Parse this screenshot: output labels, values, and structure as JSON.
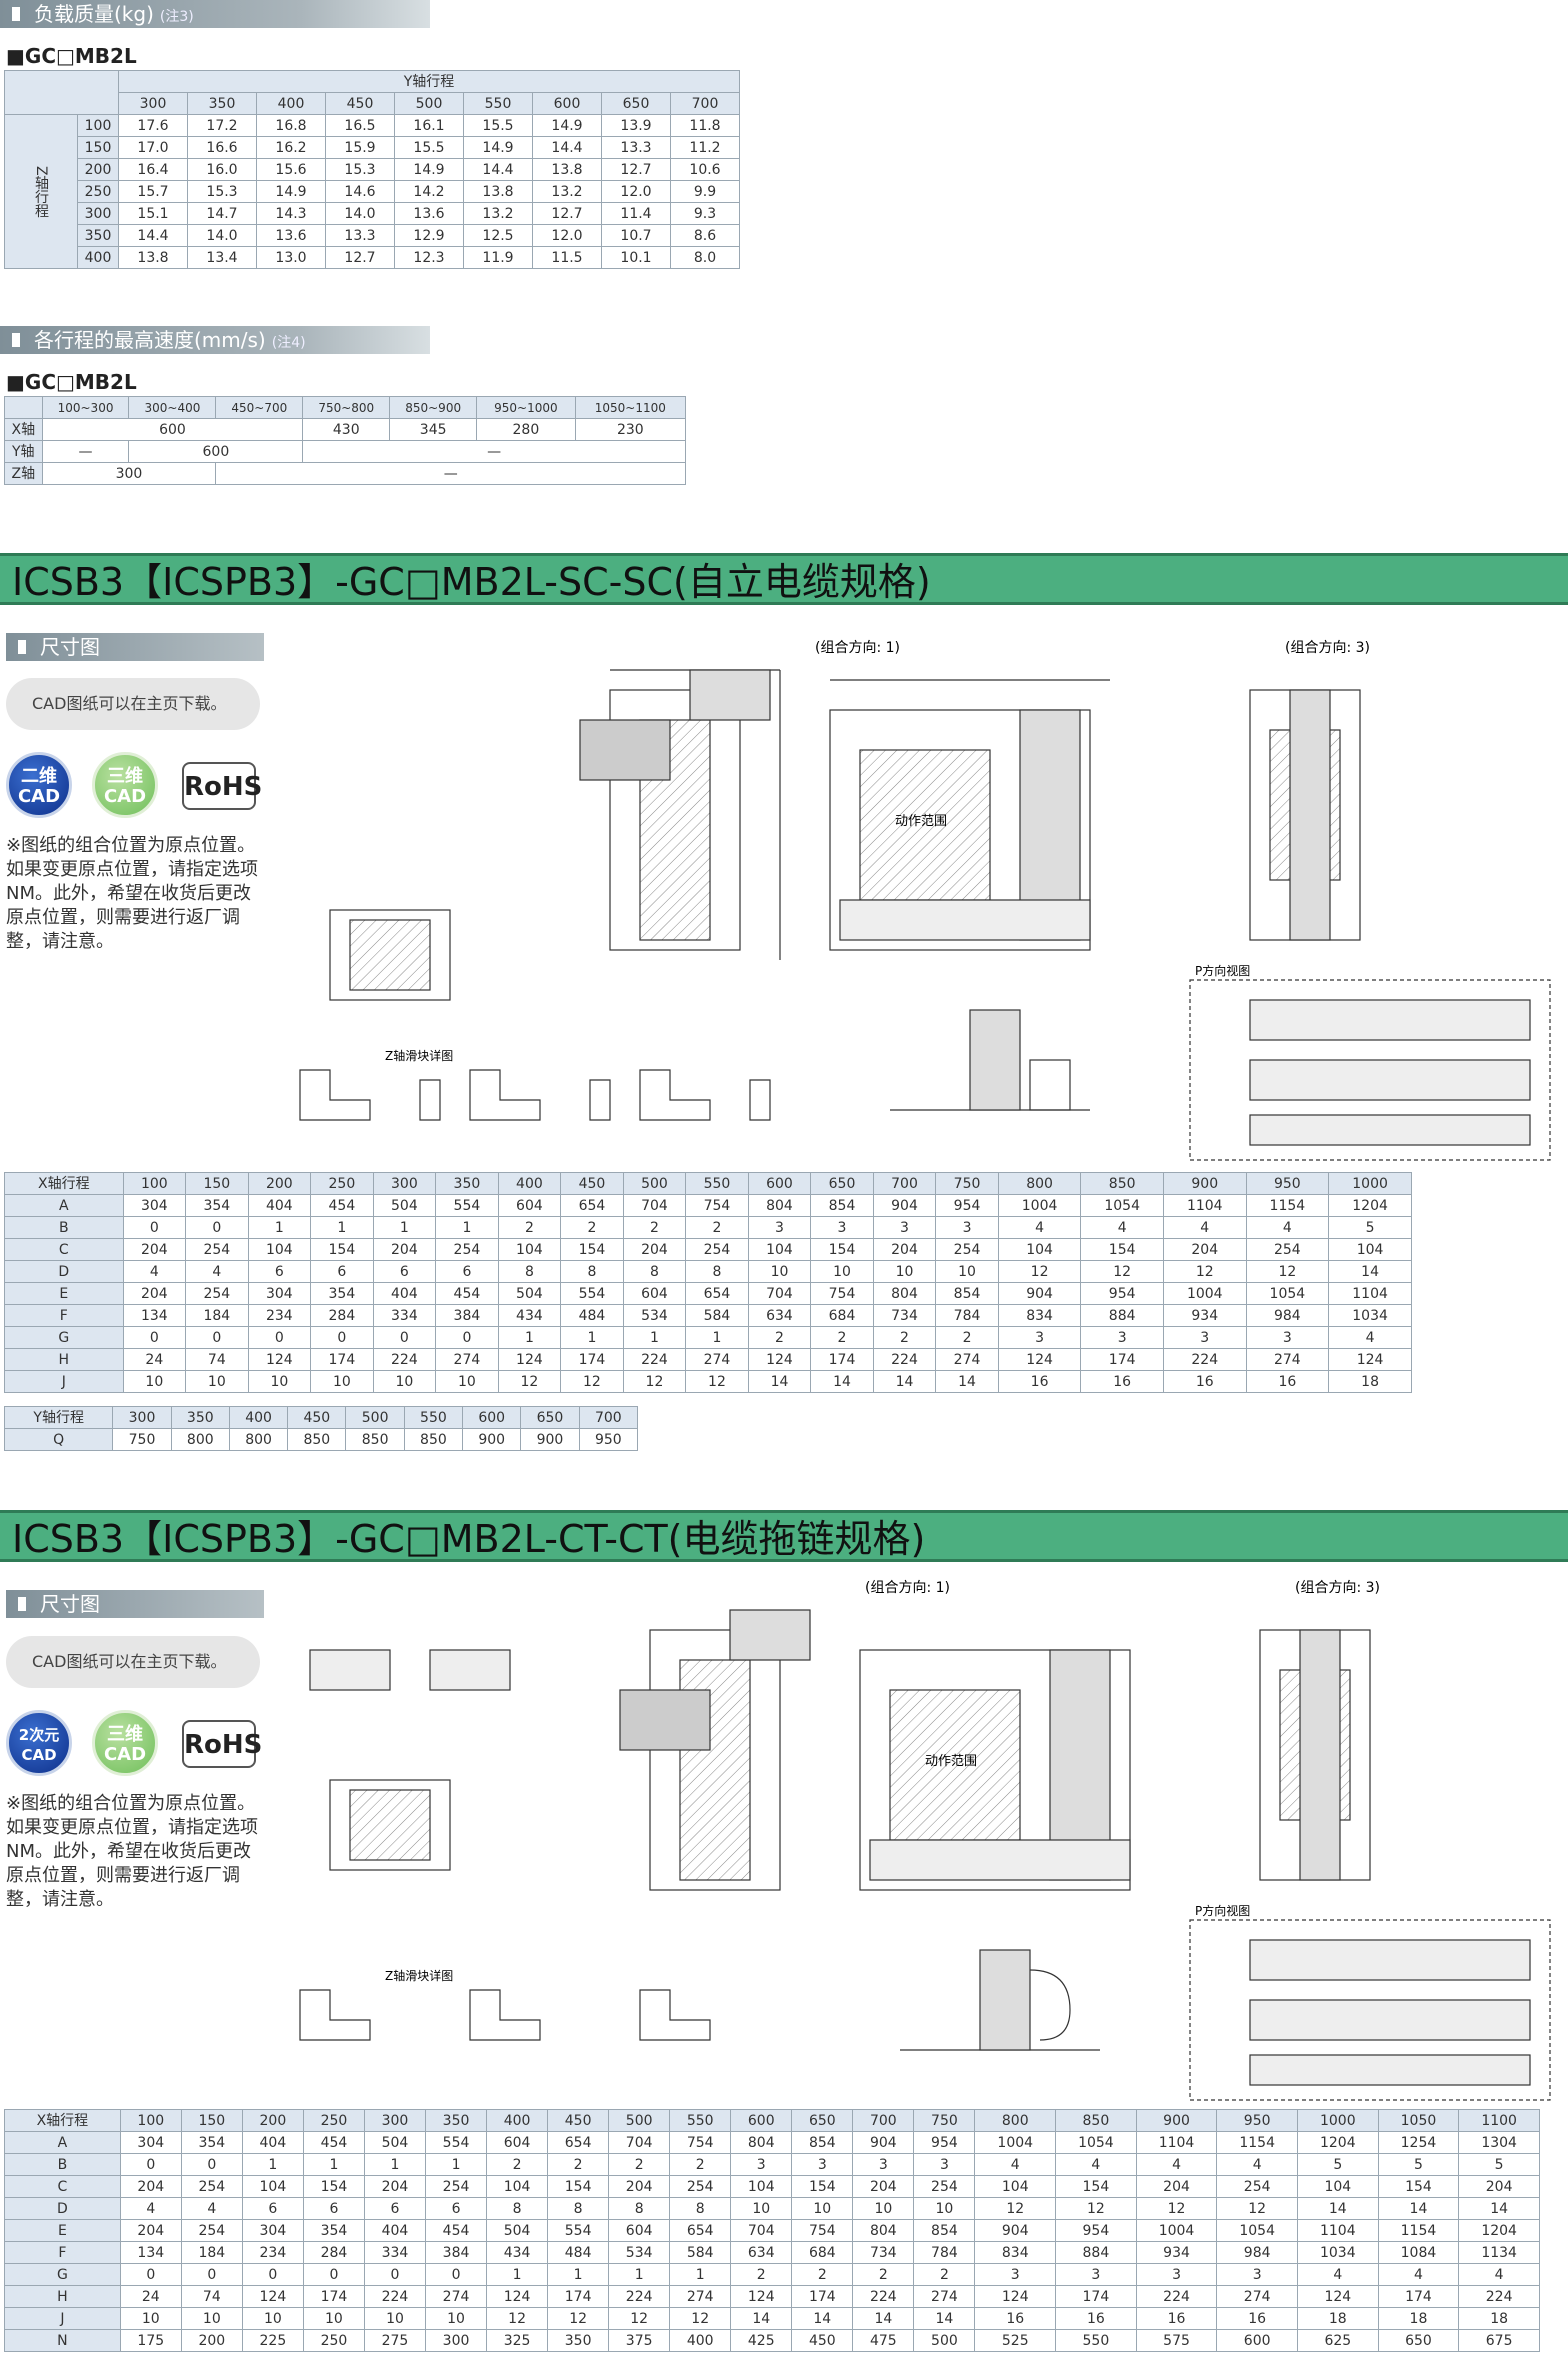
{
  "load": {
    "heading": "负载质量(kg)",
    "note": "(注3)",
    "model": "■GC□MB2L",
    "y_header": "Y轴行程",
    "z_header": "Z轴行程",
    "y_strokes": [
      "300",
      "350",
      "400",
      "450",
      "500",
      "550",
      "600",
      "650",
      "700"
    ],
    "rows": [
      {
        "z": "100",
        "v": [
          "17.6",
          "17.2",
          "16.8",
          "16.5",
          "16.1",
          "15.5",
          "14.9",
          "13.9",
          "11.8"
        ]
      },
      {
        "z": "150",
        "v": [
          "17.0",
          "16.6",
          "16.2",
          "15.9",
          "15.5",
          "14.9",
          "14.4",
          "13.3",
          "11.2"
        ]
      },
      {
        "z": "200",
        "v": [
          "16.4",
          "16.0",
          "15.6",
          "15.3",
          "14.9",
          "14.4",
          "13.8",
          "12.7",
          "10.6"
        ]
      },
      {
        "z": "250",
        "v": [
          "15.7",
          "15.3",
          "14.9",
          "14.6",
          "14.2",
          "13.8",
          "13.2",
          "12.0",
          "9.9"
        ]
      },
      {
        "z": "300",
        "v": [
          "15.1",
          "14.7",
          "14.3",
          "14.0",
          "13.6",
          "13.2",
          "12.7",
          "11.4",
          "9.3"
        ]
      },
      {
        "z": "350",
        "v": [
          "14.4",
          "14.0",
          "13.6",
          "13.3",
          "12.9",
          "12.5",
          "12.0",
          "10.7",
          "8.6"
        ]
      },
      {
        "z": "400",
        "v": [
          "13.8",
          "13.4",
          "13.0",
          "12.7",
          "12.3",
          "11.9",
          "11.5",
          "10.1",
          "8.0"
        ]
      }
    ]
  },
  "speed": {
    "heading": "各行程的最高速度(mm/s)",
    "note": "(注4)",
    "model": "■GC□MB2L",
    "cols": [
      "100~300",
      "300~400",
      "450~700",
      "750~800",
      "850~900",
      "950~1000",
      "1050~1100"
    ],
    "x_label": "X轴",
    "x_vals": [
      "600",
      "430",
      "345",
      "280",
      "230"
    ],
    "y_label": "Y轴",
    "y_vals": [
      "—",
      "600",
      "—"
    ],
    "z_label": "Z轴",
    "z_vals": [
      "300",
      "—"
    ]
  },
  "section1": {
    "title": "ICSB3【ICSPB3】-GC□MB2L-SC-SC(自立电缆规格)",
    "sub": "尺寸图",
    "cad": "CAD图纸可以在主页下载。",
    "badge_2d": [
      "二维",
      "CAD"
    ],
    "badge_3d": [
      "三维",
      "CAD"
    ],
    "rohs": "RoHS",
    "note": "※图纸的组合位置为原点位置。如果变更原点位置，请指定选项NM。此外，希望在收货后更改原点位置，则需要进行返厂调整，请注意。",
    "orient1": "(组合方向: 1)",
    "orient3": "(组合方向: 3)",
    "range": "动作范围",
    "p_view": "P方向视图",
    "z_detail": "Z轴滑块详图",
    "table": {
      "header": [
        "X轴行程",
        "100",
        "150",
        "200",
        "250",
        "300",
        "350",
        "400",
        "450",
        "500",
        "550",
        "600",
        "650",
        "700",
        "750",
        "800",
        "850",
        "900",
        "950",
        "1000"
      ],
      "rows": [
        [
          "A",
          "304",
          "354",
          "404",
          "454",
          "504",
          "554",
          "604",
          "654",
          "704",
          "754",
          "804",
          "854",
          "904",
          "954",
          "1004",
          "1054",
          "1104",
          "1154",
          "1204"
        ],
        [
          "B",
          "0",
          "0",
          "1",
          "1",
          "1",
          "1",
          "2",
          "2",
          "2",
          "2",
          "3",
          "3",
          "3",
          "3",
          "4",
          "4",
          "4",
          "4",
          "5"
        ],
        [
          "C",
          "204",
          "254",
          "104",
          "154",
          "204",
          "254",
          "104",
          "154",
          "204",
          "254",
          "104",
          "154",
          "204",
          "254",
          "104",
          "154",
          "204",
          "254",
          "104"
        ],
        [
          "D",
          "4",
          "4",
          "6",
          "6",
          "6",
          "6",
          "8",
          "8",
          "8",
          "8",
          "10",
          "10",
          "10",
          "10",
          "12",
          "12",
          "12",
          "12",
          "14"
        ],
        [
          "E",
          "204",
          "254",
          "304",
          "354",
          "404",
          "454",
          "504",
          "554",
          "604",
          "654",
          "704",
          "754",
          "804",
          "854",
          "904",
          "954",
          "1004",
          "1054",
          "1104"
        ],
        [
          "F",
          "134",
          "184",
          "234",
          "284",
          "334",
          "384",
          "434",
          "484",
          "534",
          "584",
          "634",
          "684",
          "734",
          "784",
          "834",
          "884",
          "934",
          "984",
          "1034"
        ],
        [
          "G",
          "0",
          "0",
          "0",
          "0",
          "0",
          "0",
          "1",
          "1",
          "1",
          "1",
          "2",
          "2",
          "2",
          "2",
          "3",
          "3",
          "3",
          "3",
          "4"
        ],
        [
          "H",
          "24",
          "74",
          "124",
          "174",
          "224",
          "274",
          "124",
          "174",
          "224",
          "274",
          "124",
          "174",
          "224",
          "274",
          "124",
          "174",
          "224",
          "274",
          "124"
        ],
        [
          "J",
          "10",
          "10",
          "10",
          "10",
          "10",
          "10",
          "12",
          "12",
          "12",
          "12",
          "14",
          "14",
          "14",
          "14",
          "16",
          "16",
          "16",
          "16",
          "18"
        ]
      ]
    },
    "ytable": {
      "header": [
        "Y轴行程",
        "300",
        "350",
        "400",
        "450",
        "500",
        "550",
        "600",
        "650",
        "700"
      ],
      "row": [
        "Q",
        "750",
        "800",
        "800",
        "850",
        "850",
        "850",
        "900",
        "900",
        "950"
      ]
    }
  },
  "section2": {
    "title": "ICSB3【ICSPB3】-GC□MB2L-CT-CT(电缆拖链规格)",
    "sub": "尺寸图",
    "cad": "CAD图纸可以在主页下载。",
    "badge_2d": [
      "2次元",
      "CAD"
    ],
    "badge_3d": [
      "三维",
      "CAD"
    ],
    "rohs": "RoHS",
    "note": "※图纸的组合位置为原点位置。如果变更原点位置，请指定选项NM。此外，希望在收货后更改原点位置，则需要进行返厂调整，请注意。",
    "orient1": "(组合方向: 1)",
    "orient3": "(组合方向: 3)",
    "range": "动作范围",
    "p_view": "P方向视图",
    "z_detail": "Z轴滑块详图",
    "table": {
      "header": [
        "X轴行程",
        "100",
        "150",
        "200",
        "250",
        "300",
        "350",
        "400",
        "450",
        "500",
        "550",
        "600",
        "650",
        "700",
        "750",
        "800",
        "850",
        "900",
        "950",
        "1000",
        "1050",
        "1100"
      ],
      "rows": [
        [
          "A",
          "304",
          "354",
          "404",
          "454",
          "504",
          "554",
          "604",
          "654",
          "704",
          "754",
          "804",
          "854",
          "904",
          "954",
          "1004",
          "1054",
          "1104",
          "1154",
          "1204",
          "1254",
          "1304"
        ],
        [
          "B",
          "0",
          "0",
          "1",
          "1",
          "1",
          "1",
          "2",
          "2",
          "2",
          "2",
          "3",
          "3",
          "3",
          "3",
          "4",
          "4",
          "4",
          "4",
          "5",
          "5",
          "5"
        ],
        [
          "C",
          "204",
          "254",
          "104",
          "154",
          "204",
          "254",
          "104",
          "154",
          "204",
          "254",
          "104",
          "154",
          "204",
          "254",
          "104",
          "154",
          "204",
          "254",
          "104",
          "154",
          "204"
        ],
        [
          "D",
          "4",
          "4",
          "6",
          "6",
          "6",
          "6",
          "8",
          "8",
          "8",
          "8",
          "10",
          "10",
          "10",
          "10",
          "12",
          "12",
          "12",
          "12",
          "14",
          "14",
          "14"
        ],
        [
          "E",
          "204",
          "254",
          "304",
          "354",
          "404",
          "454",
          "504",
          "554",
          "604",
          "654",
          "704",
          "754",
          "804",
          "854",
          "904",
          "954",
          "1004",
          "1054",
          "1104",
          "1154",
          "1204"
        ],
        [
          "F",
          "134",
          "184",
          "234",
          "284",
          "334",
          "384",
          "434",
          "484",
          "534",
          "584",
          "634",
          "684",
          "734",
          "784",
          "834",
          "884",
          "934",
          "984",
          "1034",
          "1084",
          "1134"
        ],
        [
          "G",
          "0",
          "0",
          "0",
          "0",
          "0",
          "0",
          "1",
          "1",
          "1",
          "1",
          "2",
          "2",
          "2",
          "2",
          "3",
          "3",
          "3",
          "3",
          "4",
          "4",
          "4"
        ],
        [
          "H",
          "24",
          "74",
          "124",
          "174",
          "224",
          "274",
          "124",
          "174",
          "224",
          "274",
          "124",
          "174",
          "224",
          "274",
          "124",
          "174",
          "224",
          "274",
          "124",
          "174",
          "224"
        ],
        [
          "J",
          "10",
          "10",
          "10",
          "10",
          "10",
          "10",
          "12",
          "12",
          "12",
          "12",
          "14",
          "14",
          "14",
          "14",
          "16",
          "16",
          "16",
          "16",
          "18",
          "18",
          "18"
        ],
        [
          "N",
          "175",
          "200",
          "225",
          "250",
          "275",
          "300",
          "325",
          "350",
          "375",
          "400",
          "425",
          "450",
          "475",
          "500",
          "525",
          "550",
          "575",
          "600",
          "625",
          "650",
          "675"
        ]
      ]
    }
  }
}
